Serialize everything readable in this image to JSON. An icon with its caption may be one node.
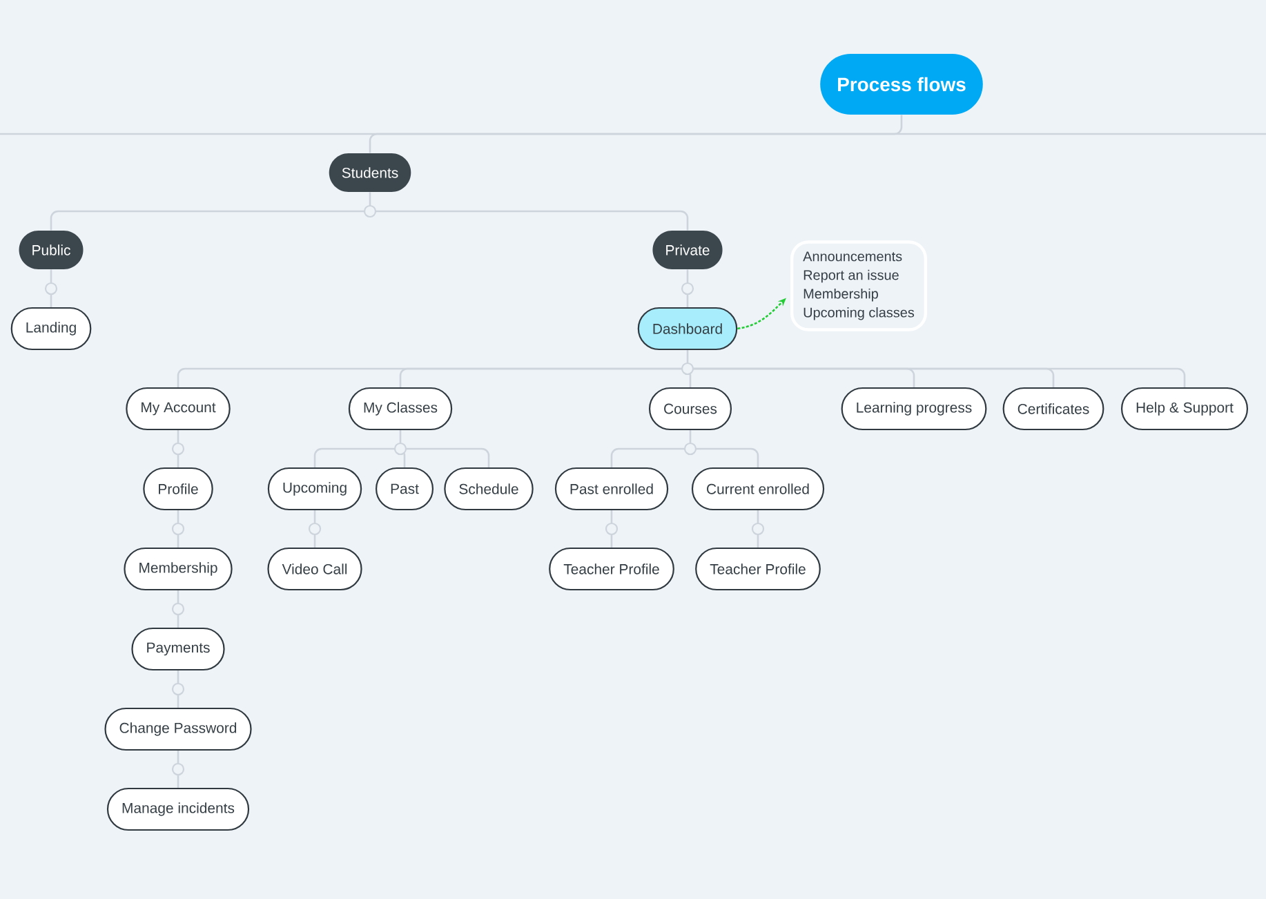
{
  "diagram": {
    "nodes": [
      {
        "text": [
          "Process flows"
        ]
      },
      {
        "text": [
          "Students"
        ]
      },
      {
        "text": [
          "Public"
        ]
      },
      {
        "text": [
          "Private"
        ]
      },
      {
        "text": [
          "Landing"
        ]
      },
      {
        "text": [
          "Dashboard"
        ]
      },
      {
        "text": [
          "Announcements",
          "Report an issue",
          "Membership",
          "Upcoming classes"
        ]
      },
      {
        "text": [
          "My Account"
        ]
      },
      {
        "text": [
          "My Classes"
        ]
      },
      {
        "text": [
          "Courses"
        ]
      },
      {
        "text": [
          "Learning progress"
        ]
      },
      {
        "text": [
          "Certificates"
        ]
      },
      {
        "text": [
          "Help & Support"
        ]
      },
      {
        "text": [
          "Profile"
        ]
      },
      {
        "text": [
          "Upcoming"
        ]
      },
      {
        "text": [
          "Past"
        ]
      },
      {
        "text": [
          "Schedule"
        ]
      },
      {
        "text": [
          "Past enrolled"
        ]
      },
      {
        "text": [
          "Current enrolled"
        ]
      },
      {
        "text": [
          "Membership"
        ]
      },
      {
        "text": [
          "Video Call"
        ]
      },
      {
        "text": [
          "Teacher Profile"
        ]
      },
      {
        "text": [
          "Teacher Profile"
        ]
      },
      {
        "text": [
          "Payments"
        ]
      },
      {
        "text": [
          "Change Password"
        ]
      },
      {
        "text": [
          "Manage incidents"
        ]
      }
    ],
    "edges": [
      {
        "from": 0,
        "to": 1,
        "arrow": "none"
      },
      {
        "from": 1,
        "to": 2,
        "arrow": "none"
      },
      {
        "from": 1,
        "to": 3,
        "arrow": "none"
      },
      {
        "from": 2,
        "to": 4,
        "arrow": "none"
      },
      {
        "from": 3,
        "to": 5,
        "arrow": "none"
      },
      {
        "from": 5,
        "to": 6,
        "arrow": "to",
        "style": "dashed",
        "color": "#22cc33"
      },
      {
        "from": 5,
        "to": 7,
        "arrow": "none"
      },
      {
        "from": 5,
        "to": 8,
        "arrow": "none"
      },
      {
        "from": 5,
        "to": 9,
        "arrow": "none"
      },
      {
        "from": 5,
        "to": 10,
        "arrow": "none"
      },
      {
        "from": 5,
        "to": 11,
        "arrow": "none"
      },
      {
        "from": 5,
        "to": 12,
        "arrow": "none"
      },
      {
        "from": 7,
        "to": 13,
        "arrow": "none"
      },
      {
        "from": 13,
        "to": 19,
        "arrow": "none"
      },
      {
        "from": 19,
        "to": 23,
        "arrow": "none"
      },
      {
        "from": 23,
        "to": 24,
        "arrow": "none"
      },
      {
        "from": 24,
        "to": 25,
        "arrow": "none"
      },
      {
        "from": 8,
        "to": 14,
        "arrow": "none"
      },
      {
        "from": 8,
        "to": 15,
        "arrow": "none"
      },
      {
        "from": 8,
        "to": 16,
        "arrow": "none"
      },
      {
        "from": 14,
        "to": 20,
        "arrow": "none"
      },
      {
        "from": 9,
        "to": 17,
        "arrow": "none"
      },
      {
        "from": 9,
        "to": 18,
        "arrow": "none"
      },
      {
        "from": 17,
        "to": 21,
        "arrow": "none"
      },
      {
        "from": 18,
        "to": 22,
        "arrow": "none"
      }
    ]
  }
}
